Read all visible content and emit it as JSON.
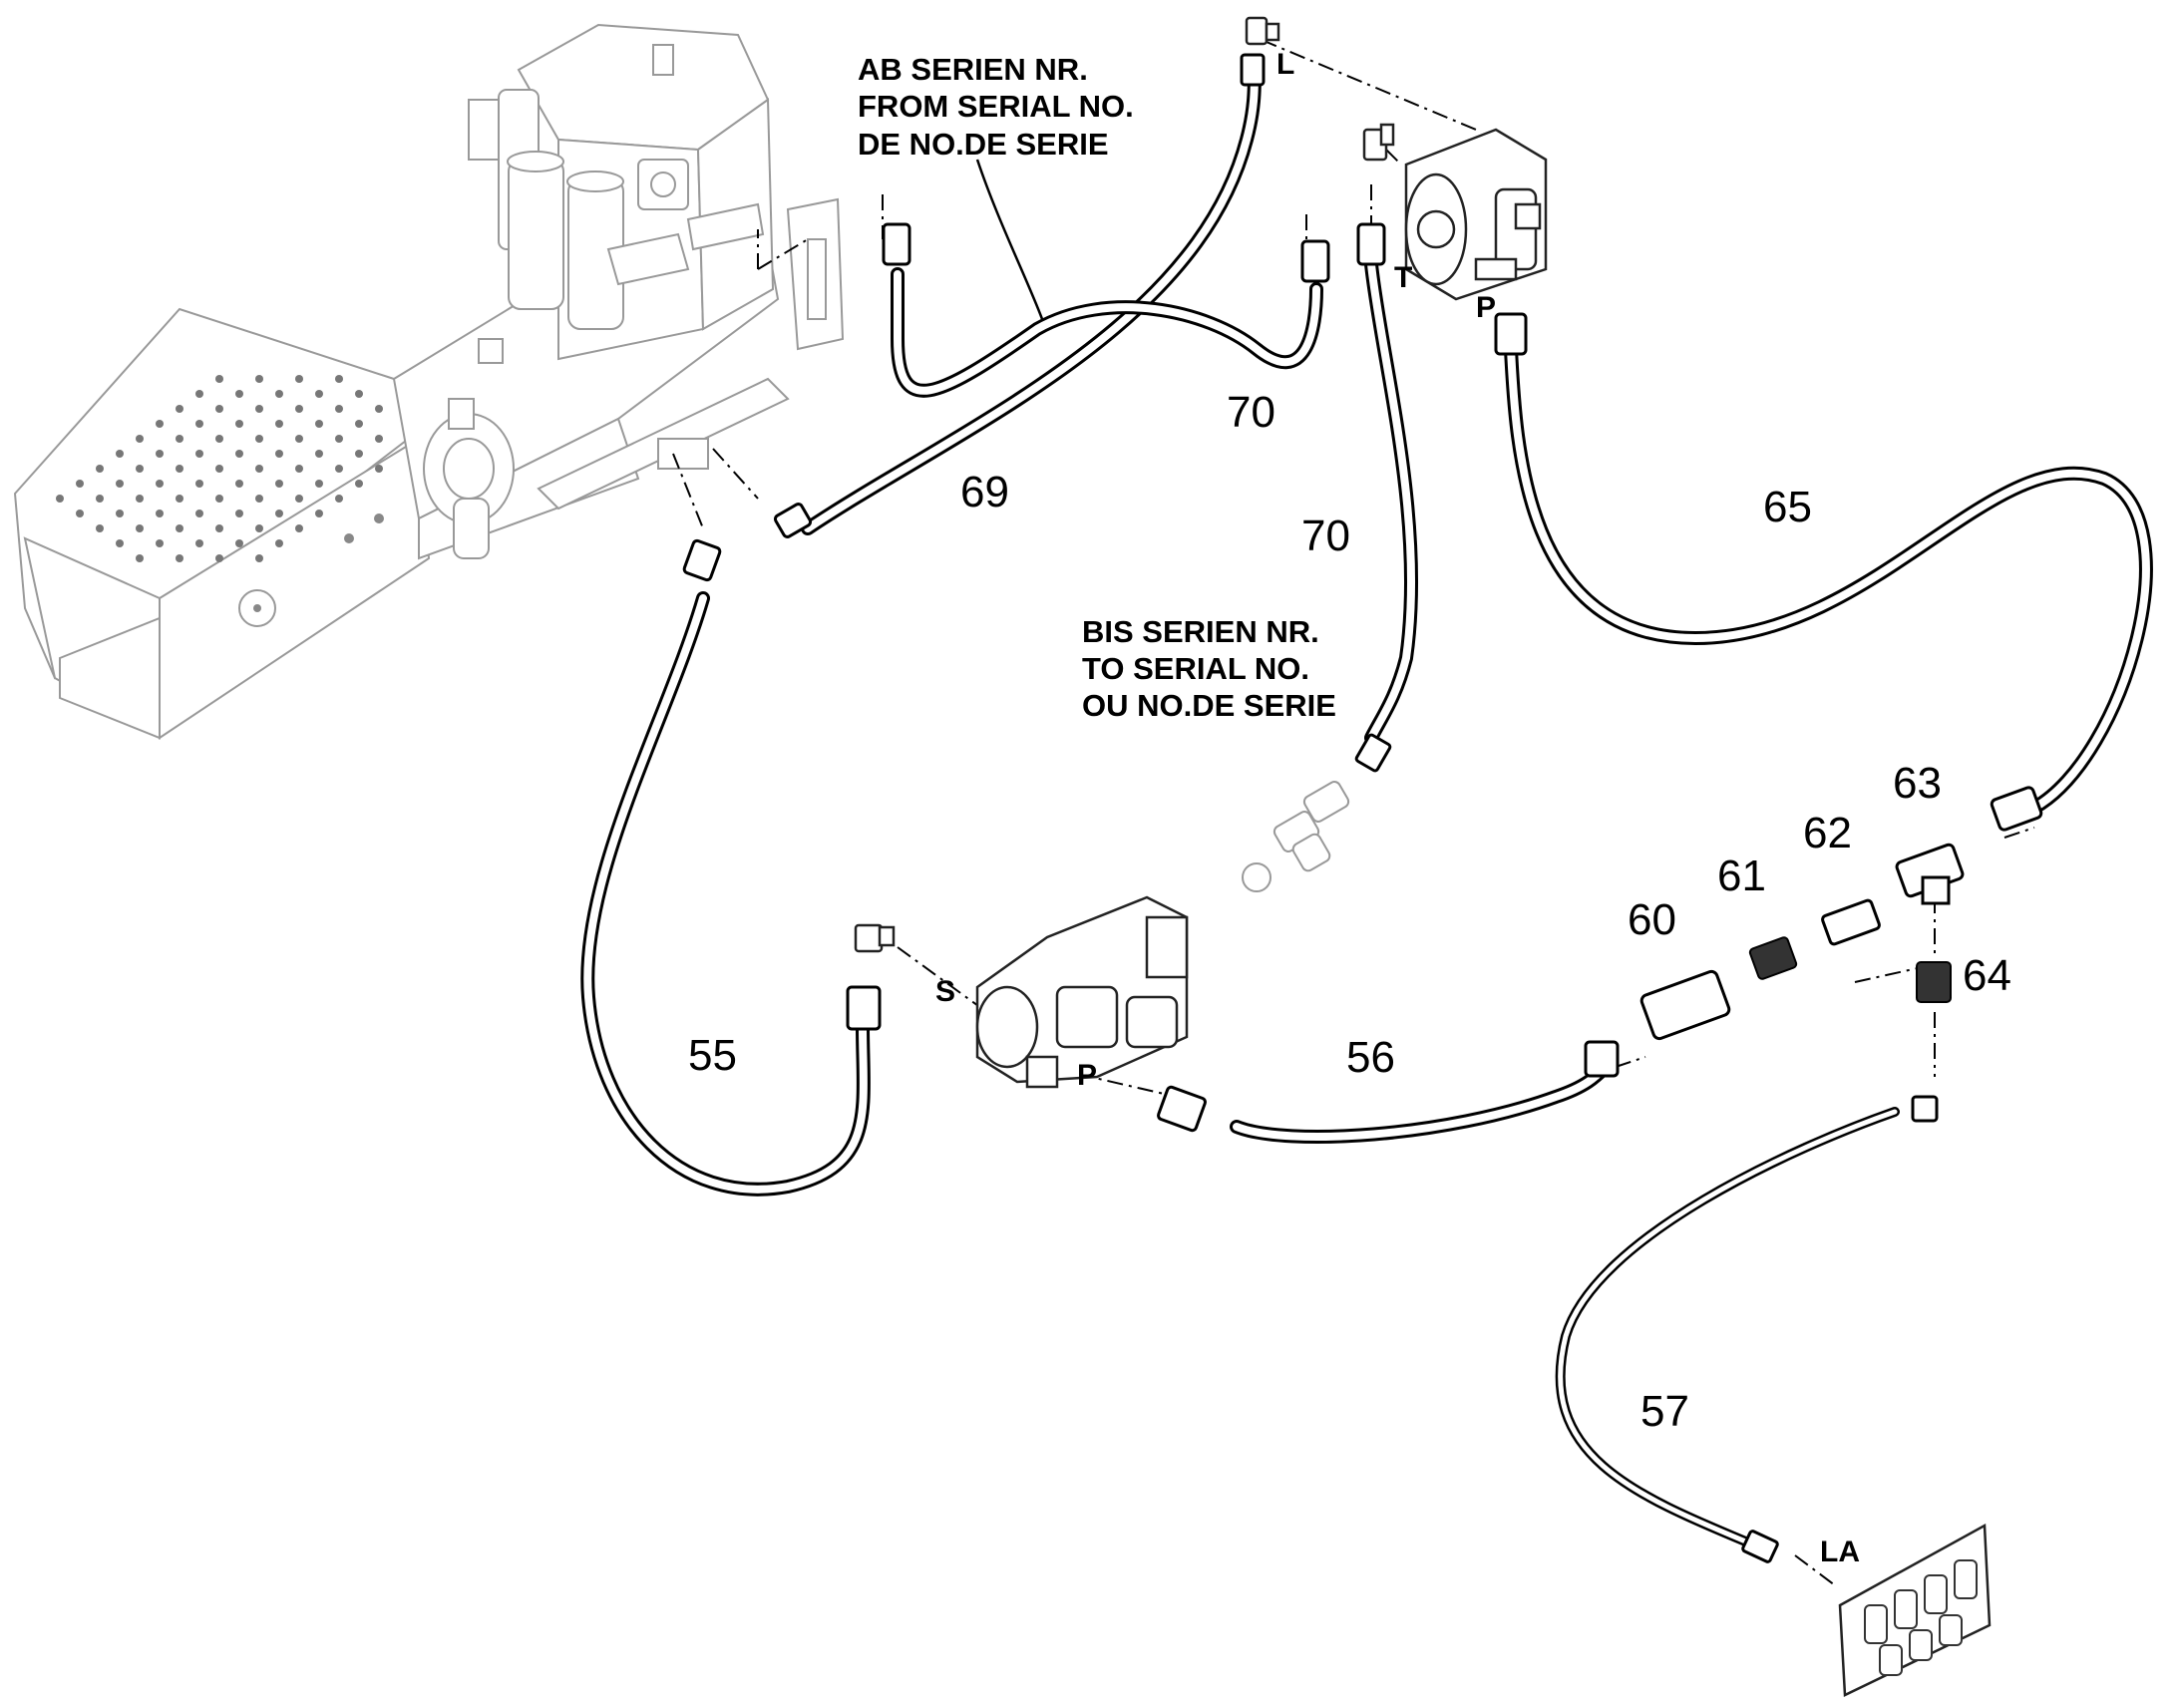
{
  "diagram": {
    "notes": {
      "from_serial": [
        "AB SERIEN NR.",
        "FROM SERIAL NO.",
        "DE NO.DE SERIE"
      ],
      "to_serial": [
        "BIS SERIEN NR.",
        "TO SERIAL NO.",
        "OU NO.DE SERIE"
      ]
    },
    "callouts": {
      "c55": "55",
      "c56": "56",
      "c57": "57",
      "c60": "60",
      "c61": "61",
      "c62": "62",
      "c63": "63",
      "c64": "64",
      "c65": "65",
      "c69": "69",
      "c70_upper": "70",
      "c70_lower": "70"
    },
    "ports": {
      "l": "L",
      "t": "T",
      "p_upper": "P",
      "s": "S",
      "p_lower": "P",
      "la": "LA"
    }
  }
}
